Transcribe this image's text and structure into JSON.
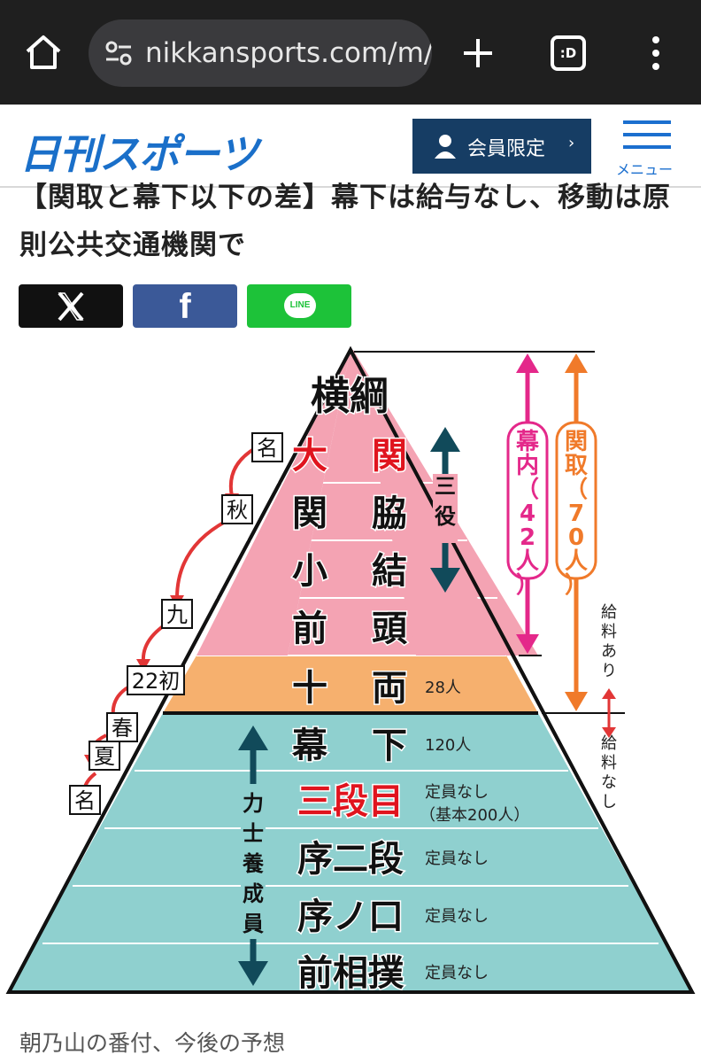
{
  "browser": {
    "url": "nikkansports.com/m/",
    "tabs_icon": ":D"
  },
  "site": {
    "logo": "日刊スポーツ",
    "member_label": "会員限定",
    "member_chevron": "›",
    "menu_label": "メニュー"
  },
  "article": {
    "headline": "【関取と幕下以下の差】幕下は給与なし、移動は原則公共交通機関で",
    "share": {
      "x": "X",
      "facebook": "f",
      "line": "LINE"
    },
    "caption": "朝乃山の番付、今後の予想"
  },
  "graphic": {
    "ranks": [
      {
        "name": "横綱",
        "color": "#111111"
      },
      {
        "name": "大関",
        "color": "#e0141e"
      },
      {
        "name": "関脇",
        "color": "#111111"
      },
      {
        "name": "小結",
        "color": "#111111"
      },
      {
        "name": "前頭",
        "color": "#111111"
      },
      {
        "name": "十両",
        "color": "#111111",
        "count": "28人"
      },
      {
        "name": "幕下",
        "color": "#111111",
        "count": "120人"
      },
      {
        "name": "三段目",
        "color": "#e0141e",
        "count": "定員なし",
        "count2": "（基本200人）"
      },
      {
        "name": "序二段",
        "color": "#111111",
        "count": "定員なし"
      },
      {
        "name": "序ノ口",
        "color": "#111111",
        "count": "定員なし"
      },
      {
        "name": "前相撲",
        "color": "#111111",
        "count": "定員なし"
      }
    ],
    "labels": {
      "sanyaku": "三役",
      "makuuchi": "幕内（42人）",
      "sekitori": "関取（70人）",
      "salary_yes": "給料あり",
      "salary_no": "給料なし",
      "trainee": "力士養成員"
    },
    "forecast": [
      "名",
      "秋",
      "九",
      "22初",
      "春",
      "夏",
      "名"
    ],
    "colors": {
      "pink": "#f4a3b3",
      "orange": "#f6b06e",
      "teal": "#8fd0cf",
      "magenta": "#e4288a",
      "arrow_orange": "#f07a2a",
      "dark_teal": "#114a5a",
      "red": "#e23636"
    }
  }
}
